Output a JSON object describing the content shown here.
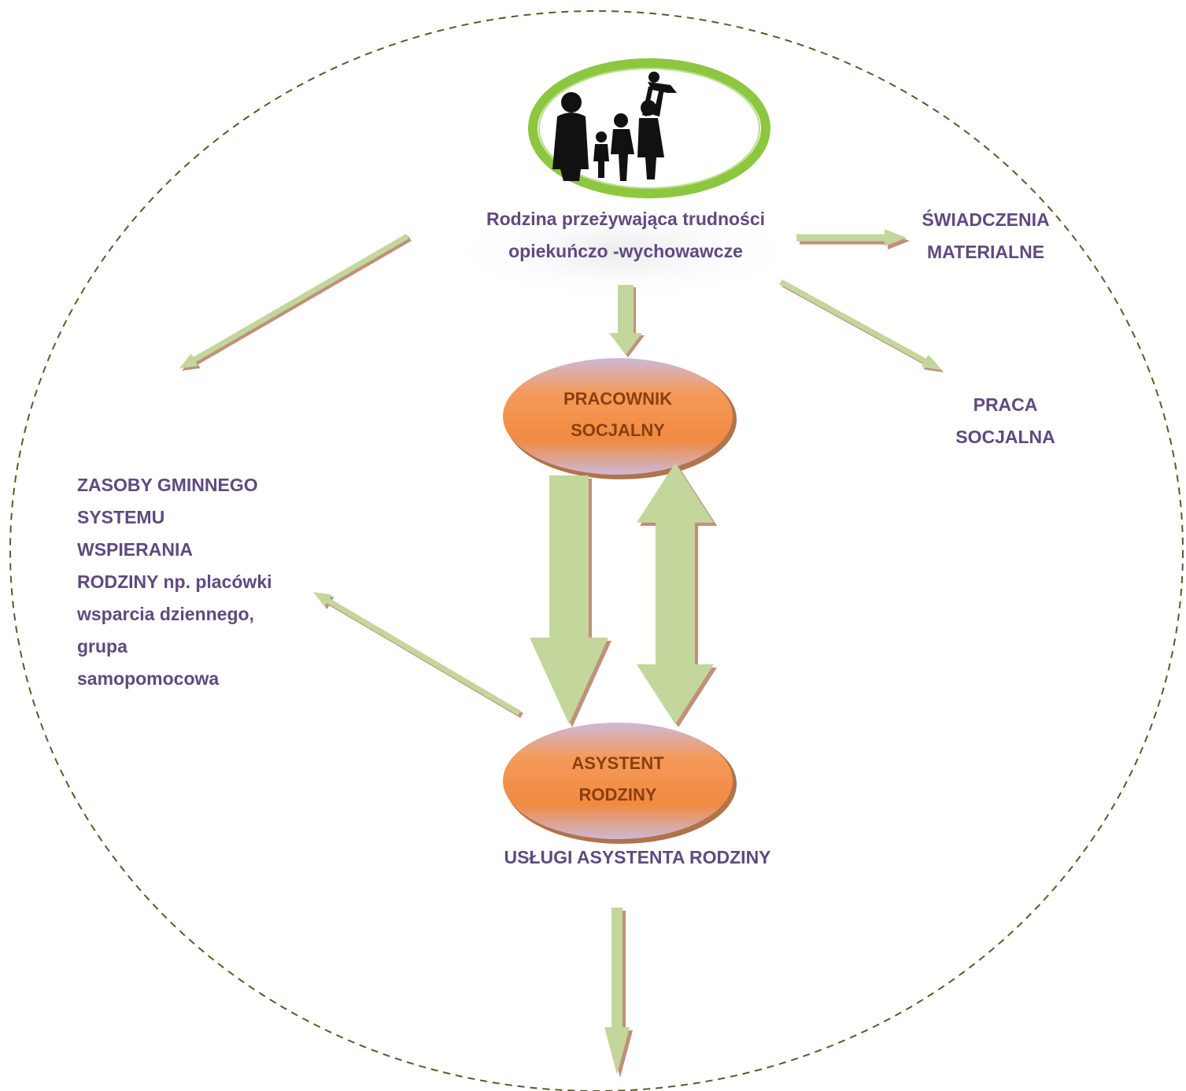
{
  "family": {
    "title_line1": "Rodzina przeżywająca trudności",
    "title_line2": "opiekuńczo -wychowawcze"
  },
  "nodes": {
    "social_worker": {
      "line1": "PRACOWNIK",
      "line2": "SOCJALNY"
    },
    "family_assistant": {
      "line1": "ASYSTENT",
      "line2": "RODZINY"
    }
  },
  "labels": {
    "material_benefits": {
      "line1": "ŚWIADCZENIA",
      "line2": "MATERIALNE"
    },
    "social_work": {
      "line1": "PRACA",
      "line2": "SOCJALNA"
    },
    "municipal_resources": [
      "ZASOBY  GMINNEGO",
      "SYSTEMU",
      "WSPIERANIA",
      "RODZINY np. placówki",
      "wsparcia dziennego,",
      "grupa",
      "samopomocowa"
    ],
    "assistant_services": "USŁUGI ASYSTENTA RODZINY"
  },
  "colors": {
    "boundary": "#5a5a2a",
    "arrow_fill": "#c3d69b",
    "arrow_shadow": "#c0907a",
    "family_ring": "#8dc63f",
    "node_fill_top": "#c9b3d6",
    "node_fill_mid": "#f79646",
    "label_text": "#5f4a80",
    "node_text": "#8a3e10"
  }
}
